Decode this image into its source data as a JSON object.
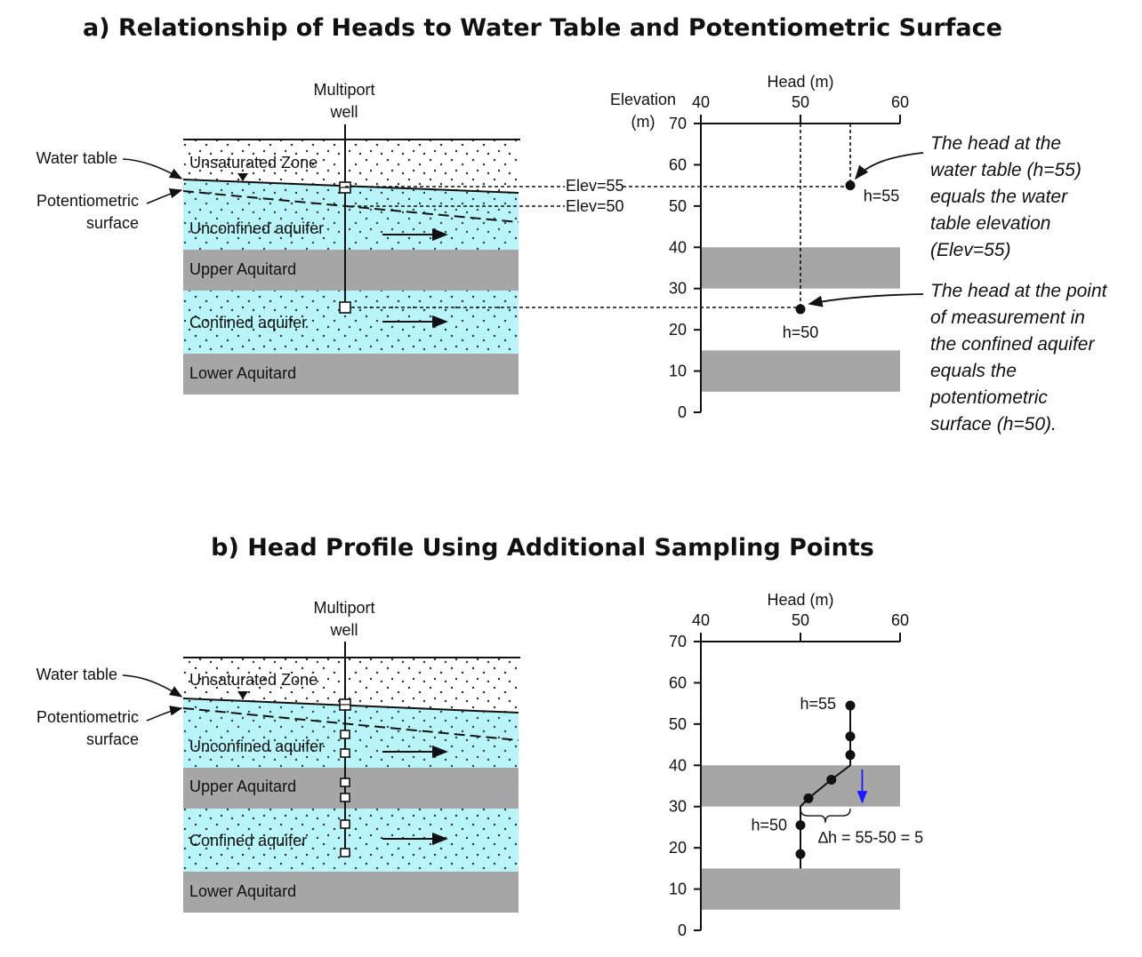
{
  "colors": {
    "aquifer": "#b8f4f8",
    "aquitard": "#a6a6a6",
    "ink": "#111111",
    "flow_arrow_blue": "#1a1aff",
    "background": "#ffffff"
  },
  "panel_a": {
    "title": "a) Relationship of Heads to Water Table and Potentiometric Surface",
    "well_label_line1": "Multiport",
    "well_label_line2": "well",
    "water_table_label": "Water table",
    "potentiometric_label_line1": "Potentiometric",
    "potentiometric_label_line2": "surface",
    "layers": {
      "unsaturated": "Unsaturated Zone",
      "unconfined": "Unconfined aquifer",
      "upper_aquitard": "Upper Aquitard",
      "confined": "Confined aquifer",
      "lower_aquitard": "Lower Aquitard"
    },
    "elev_label_55": "Elev=55",
    "elev_label_50": "Elev=50",
    "head_point_label_55": "h=55",
    "head_point_label_50": "h=50",
    "note1_lines": [
      "The head at the",
      "water table (h=55)",
      "equals the water",
      "table elevation",
      "(Elev=55)"
    ],
    "note2_lines": [
      "The head at the point",
      "of measurement in",
      "the confined aquifer",
      "equals the",
      "potentiometric",
      "surface (h=50)."
    ]
  },
  "panel_b": {
    "title": "b) Head Profile Using Additional Sampling Points",
    "well_label_line1": "Multiport",
    "well_label_line2": "well",
    "water_table_label": "Water table",
    "potentiometric_label_line1": "Potentiometric",
    "potentiometric_label_line2": "surface",
    "layers": {
      "unsaturated": "Unsaturated Zone",
      "unconfined": "Unconfined aquifer",
      "upper_aquitard": "Upper Aquitard",
      "confined": "Confined aquifer",
      "lower_aquitard": "Lower Aquitard"
    },
    "head_point_label_55": "h=55",
    "head_point_label_50": "h=50",
    "delta_label": "∆h = 55-50 = 5"
  },
  "chart_data": [
    {
      "type": "scatter",
      "title": "",
      "xlabel": "Head (m)",
      "ylabel_line1": "Elevation",
      "ylabel_line2": "(m)",
      "xlim": [
        40,
        60
      ],
      "ylim": [
        0,
        70
      ],
      "x_ticks": [
        40,
        50,
        60
      ],
      "y_ticks": [
        0,
        10,
        20,
        30,
        40,
        50,
        60,
        70
      ],
      "aquitard_bands": [
        [
          30,
          40
        ],
        [
          5,
          15
        ]
      ],
      "points": [
        {
          "head": 55,
          "elevation": 55
        },
        {
          "head": 50,
          "elevation": 25
        }
      ]
    },
    {
      "type": "line",
      "title": "",
      "xlabel": "Head (m)",
      "xlim": [
        40,
        60
      ],
      "ylim": [
        0,
        70
      ],
      "x_ticks": [
        40,
        50,
        60
      ],
      "y_ticks": [
        0,
        10,
        20,
        30,
        40,
        50,
        60,
        70
      ],
      "aquitard_bands": [
        [
          30,
          40
        ],
        [
          5,
          15
        ]
      ],
      "profile": [
        {
          "head": 50,
          "elevation": 15
        },
        {
          "head": 50,
          "elevation": 18.5
        },
        {
          "head": 50,
          "elevation": 25.5
        },
        {
          "head": 50,
          "elevation": 30
        },
        {
          "head": 50.8,
          "elevation": 32
        },
        {
          "head": 53.1,
          "elevation": 36.5
        },
        {
          "head": 55,
          "elevation": 40
        },
        {
          "head": 55,
          "elevation": 42.5
        },
        {
          "head": 55,
          "elevation": 47
        },
        {
          "head": 55,
          "elevation": 54.5
        }
      ],
      "points": [
        {
          "head": 55,
          "elevation": 54.5
        },
        {
          "head": 55,
          "elevation": 47
        },
        {
          "head": 55,
          "elevation": 42.5
        },
        {
          "head": 53.1,
          "elevation": 36.5
        },
        {
          "head": 50.8,
          "elevation": 32
        },
        {
          "head": 50,
          "elevation": 25.5
        },
        {
          "head": 50,
          "elevation": 18.5
        }
      ]
    }
  ]
}
